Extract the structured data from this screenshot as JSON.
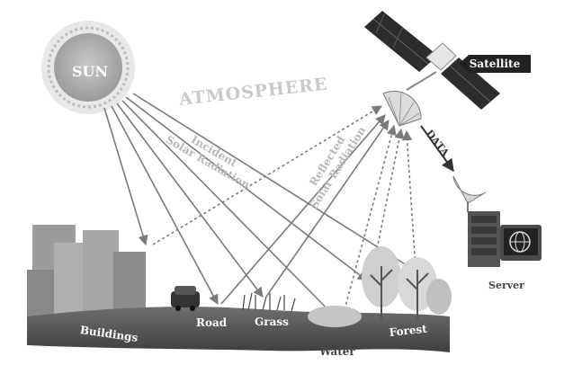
{
  "labels": {
    "sun": "SUN",
    "atmosphere": "ATMOSPHERE",
    "incident_line1": "Incident",
    "incident_line2": "Solar Radiation",
    "reflected_line1": "Reflected",
    "reflected_line2": "Solar Radiation",
    "data": "DATA",
    "satellite": "Satellite",
    "server": "Server"
  },
  "ground_labels": {
    "buildings": "Buildings",
    "road": "Road",
    "grass": "Grass",
    "water": "Water",
    "forest": "Forest"
  }
}
